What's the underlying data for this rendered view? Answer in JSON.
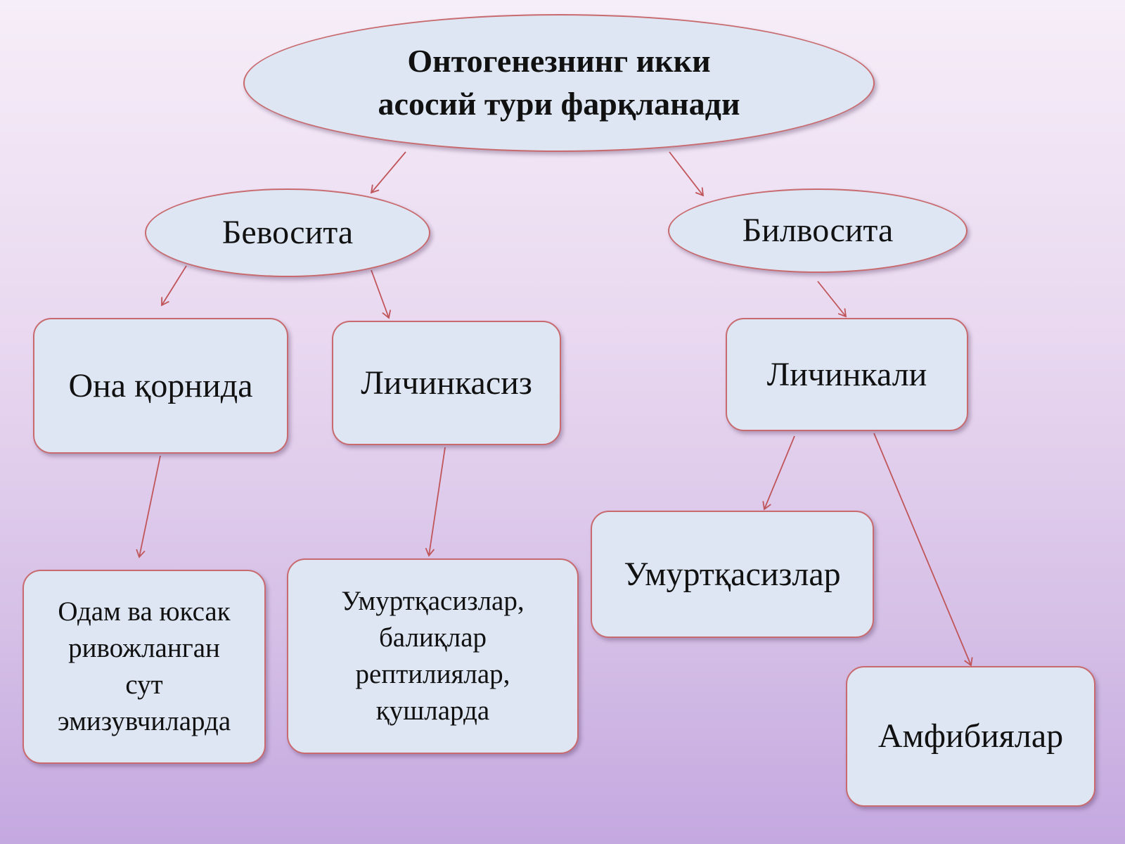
{
  "root": {
    "line1": "Онтогенезнинг икки",
    "line2": "асосий тури фарқланади"
  },
  "bevosita": {
    "label": "Бевосита"
  },
  "bilvosita": {
    "label": "Билвосита"
  },
  "ona_qornida": {
    "label": "Она қорнида"
  },
  "lichinkasiz": {
    "label": "Личинкасиз"
  },
  "lichinkali": {
    "label": "Личинкали"
  },
  "odam": {
    "line1": "Одам ва юксак",
    "line2": "ривожланган",
    "line3": "сут",
    "line4": "эмизувчиларда"
  },
  "umurtqasizlar_list": {
    "line1": "Умуртқасизлар,",
    "line2": "балиқлар",
    "line3": "рептилиялар,",
    "line4": "қушларда"
  },
  "umurtqasizlar": {
    "label": "Умуртқасизлар"
  },
  "amfibiyalar": {
    "label": "Амфибиялар"
  },
  "colors": {
    "node_fill": "#dde6f2",
    "node_border": "#c86a6e",
    "arrow": "#c0555a"
  }
}
